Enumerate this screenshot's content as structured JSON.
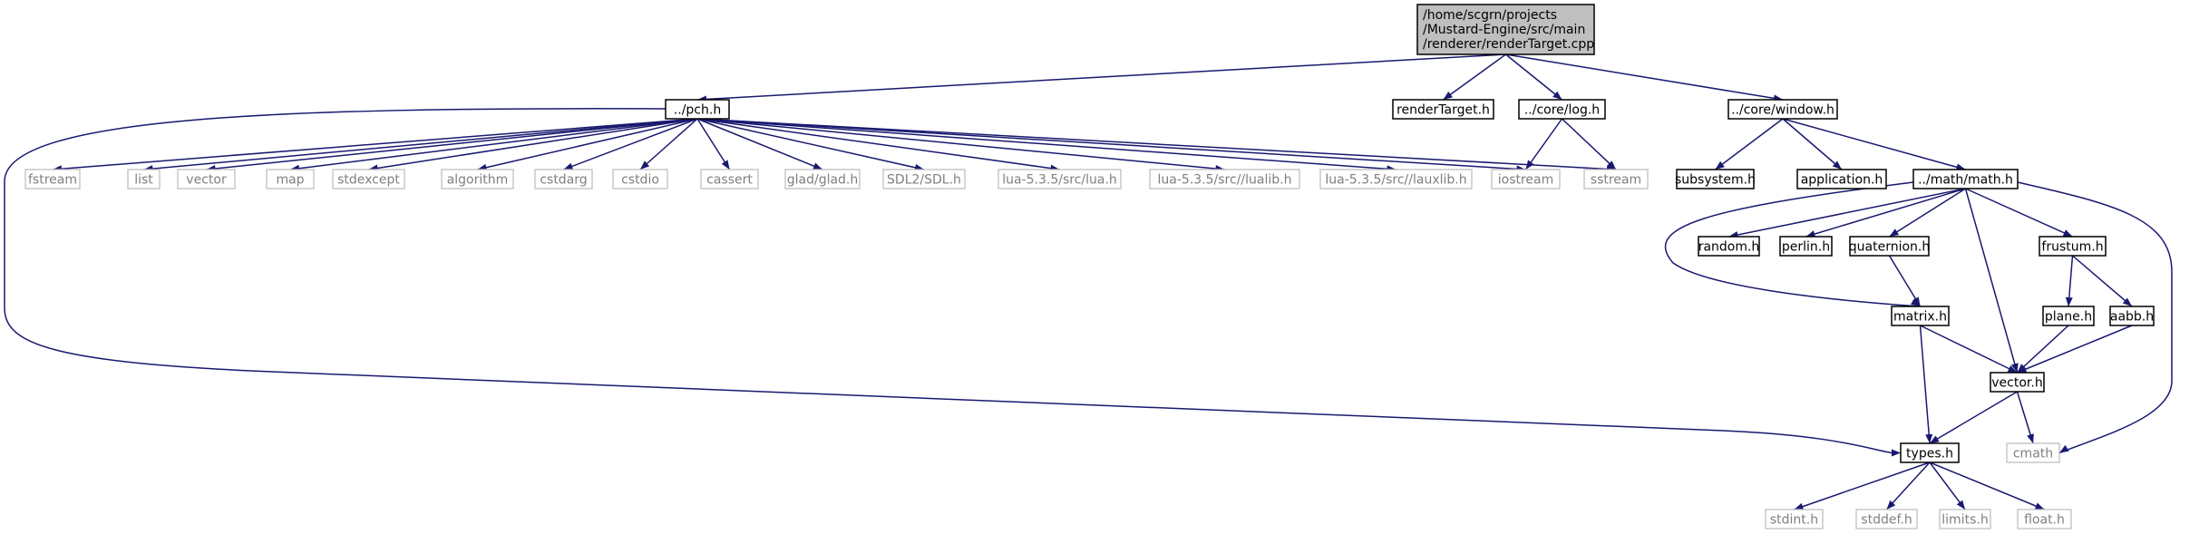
{
  "graph": {
    "root": {
      "id": "root",
      "lines": [
        "/home/scgrn/projects",
        "/Mustard-Engine/src/main",
        "/renderer/renderTarget.cpp"
      ]
    },
    "colors": {
      "edge": "#191970",
      "root_fill": "#bfbfbf",
      "external_text": "#7f7f7f",
      "external_border": "#bfbfbf"
    },
    "nodes": [
      {
        "id": "pch",
        "label": "../pch.h",
        "kind": "local"
      },
      {
        "id": "renderTarget",
        "label": "renderTarget.h",
        "kind": "local"
      },
      {
        "id": "log",
        "label": "../core/log.h",
        "kind": "local"
      },
      {
        "id": "window",
        "label": "../core/window.h",
        "kind": "local"
      },
      {
        "id": "fstream",
        "label": "fstream",
        "kind": "external"
      },
      {
        "id": "list",
        "label": "list",
        "kind": "external"
      },
      {
        "id": "vector",
        "label": "vector",
        "kind": "external"
      },
      {
        "id": "map",
        "label": "map",
        "kind": "external"
      },
      {
        "id": "stdexcept",
        "label": "stdexcept",
        "kind": "external"
      },
      {
        "id": "algorithm",
        "label": "algorithm",
        "kind": "external"
      },
      {
        "id": "cstdarg",
        "label": "cstdarg",
        "kind": "external"
      },
      {
        "id": "cstdio",
        "label": "cstdio",
        "kind": "external"
      },
      {
        "id": "cassert",
        "label": "cassert",
        "kind": "external"
      },
      {
        "id": "glad",
        "label": "glad/glad.h",
        "kind": "external"
      },
      {
        "id": "sdl",
        "label": "SDL2/SDL.h",
        "kind": "external"
      },
      {
        "id": "lua",
        "label": "lua-5.3.5/src/lua.h",
        "kind": "external"
      },
      {
        "id": "lualib",
        "label": "lua-5.3.5/src//lualib.h",
        "kind": "external"
      },
      {
        "id": "lauxlib",
        "label": "lua-5.3.5/src//lauxlib.h",
        "kind": "external"
      },
      {
        "id": "iostream",
        "label": "iostream",
        "kind": "external"
      },
      {
        "id": "sstream",
        "label": "sstream",
        "kind": "external"
      },
      {
        "id": "subsystem",
        "label": "subsystem.h",
        "kind": "local"
      },
      {
        "id": "application",
        "label": "application.h",
        "kind": "local"
      },
      {
        "id": "math",
        "label": "../math/math.h",
        "kind": "local"
      },
      {
        "id": "random",
        "label": "random.h",
        "kind": "local"
      },
      {
        "id": "perlin",
        "label": "perlin.h",
        "kind": "local"
      },
      {
        "id": "quaternion",
        "label": "quaternion.h",
        "kind": "local"
      },
      {
        "id": "frustum",
        "label": "frustum.h",
        "kind": "local"
      },
      {
        "id": "matrix",
        "label": "matrix.h",
        "kind": "local"
      },
      {
        "id": "plane",
        "label": "plane.h",
        "kind": "local"
      },
      {
        "id": "aabb",
        "label": "aabb.h",
        "kind": "local"
      },
      {
        "id": "vectorh",
        "label": "vector.h",
        "kind": "local"
      },
      {
        "id": "types",
        "label": "types.h",
        "kind": "local"
      },
      {
        "id": "cmath",
        "label": "cmath",
        "kind": "external"
      },
      {
        "id": "stdint",
        "label": "stdint.h",
        "kind": "external"
      },
      {
        "id": "stddef",
        "label": "stddef.h",
        "kind": "external"
      },
      {
        "id": "limits",
        "label": "limits.h",
        "kind": "external"
      },
      {
        "id": "float",
        "label": "float.h",
        "kind": "external"
      }
    ],
    "edges": [
      [
        "root",
        "pch"
      ],
      [
        "root",
        "renderTarget"
      ],
      [
        "root",
        "log"
      ],
      [
        "root",
        "window"
      ],
      [
        "pch",
        "fstream"
      ],
      [
        "pch",
        "list"
      ],
      [
        "pch",
        "vector"
      ],
      [
        "pch",
        "map"
      ],
      [
        "pch",
        "stdexcept"
      ],
      [
        "pch",
        "algorithm"
      ],
      [
        "pch",
        "cstdarg"
      ],
      [
        "pch",
        "cstdio"
      ],
      [
        "pch",
        "cassert"
      ],
      [
        "pch",
        "glad"
      ],
      [
        "pch",
        "sdl"
      ],
      [
        "pch",
        "lua"
      ],
      [
        "pch",
        "lualib"
      ],
      [
        "pch",
        "lauxlib"
      ],
      [
        "pch",
        "iostream"
      ],
      [
        "pch",
        "sstream"
      ],
      [
        "pch",
        "types"
      ],
      [
        "log",
        "iostream"
      ],
      [
        "log",
        "sstream"
      ],
      [
        "window",
        "subsystem"
      ],
      [
        "window",
        "application"
      ],
      [
        "window",
        "math"
      ],
      [
        "math",
        "random"
      ],
      [
        "math",
        "perlin"
      ],
      [
        "math",
        "quaternion"
      ],
      [
        "math",
        "frustum"
      ],
      [
        "math",
        "matrix"
      ],
      [
        "math",
        "vectorh"
      ],
      [
        "math",
        "cmath"
      ],
      [
        "quaternion",
        "matrix"
      ],
      [
        "frustum",
        "plane"
      ],
      [
        "frustum",
        "aabb"
      ],
      [
        "matrix",
        "vectorh"
      ],
      [
        "matrix",
        "types"
      ],
      [
        "plane",
        "vectorh"
      ],
      [
        "aabb",
        "vectorh"
      ],
      [
        "vectorh",
        "types"
      ],
      [
        "vectorh",
        "cmath"
      ],
      [
        "types",
        "stdint"
      ],
      [
        "types",
        "stddef"
      ],
      [
        "types",
        "limits"
      ],
      [
        "types",
        "float"
      ]
    ]
  }
}
